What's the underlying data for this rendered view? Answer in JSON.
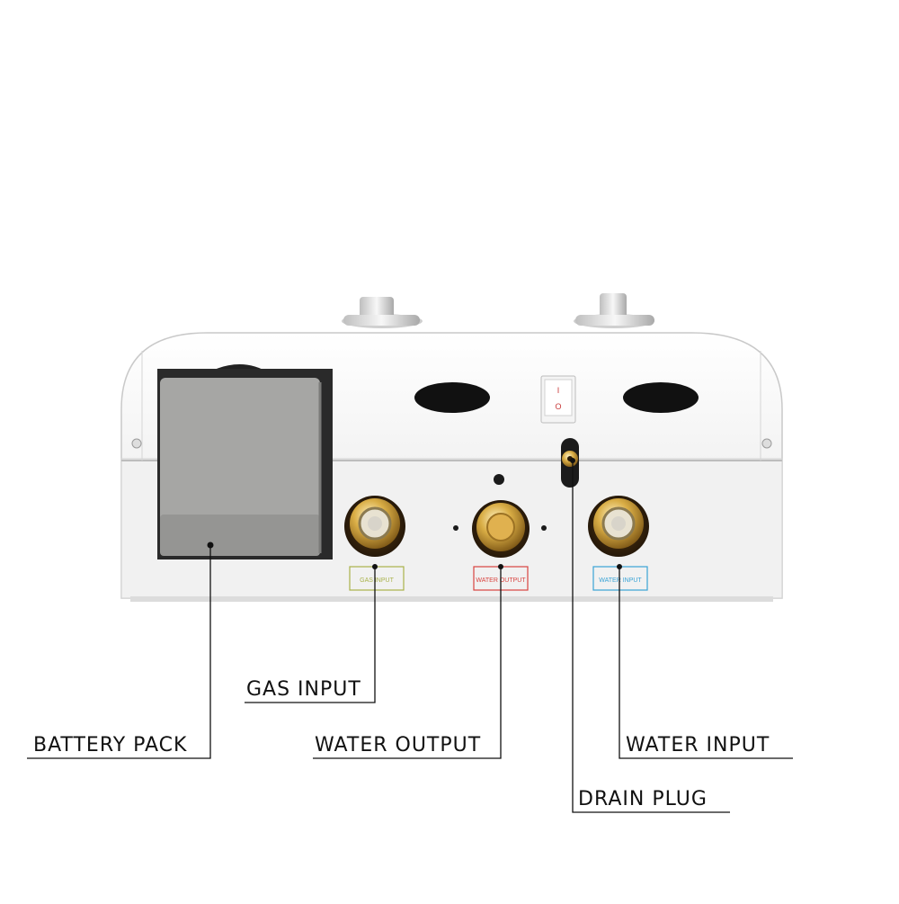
{
  "unit": {
    "switch_on": "I",
    "switch_off": "O",
    "port_labels": {
      "gas": "GAS INPUT",
      "water_out": "WATER OUTPUT",
      "water_in": "WATER INPUT"
    }
  },
  "callouts": {
    "battery_pack": "BATTERY PACK",
    "gas_input": "GAS INPUT",
    "water_output": "WATER OUTPUT",
    "water_input": "WATER INPUT",
    "drain_plug": "DRAIN PLUG"
  },
  "colors": {
    "body": "#efefef",
    "battery": "#a7a7a5",
    "brass": "#c9a03a",
    "gas_label": "#a9b24a",
    "water_out_label": "#d9433f",
    "water_in_label": "#39a3d6",
    "leader": "#111111"
  }
}
